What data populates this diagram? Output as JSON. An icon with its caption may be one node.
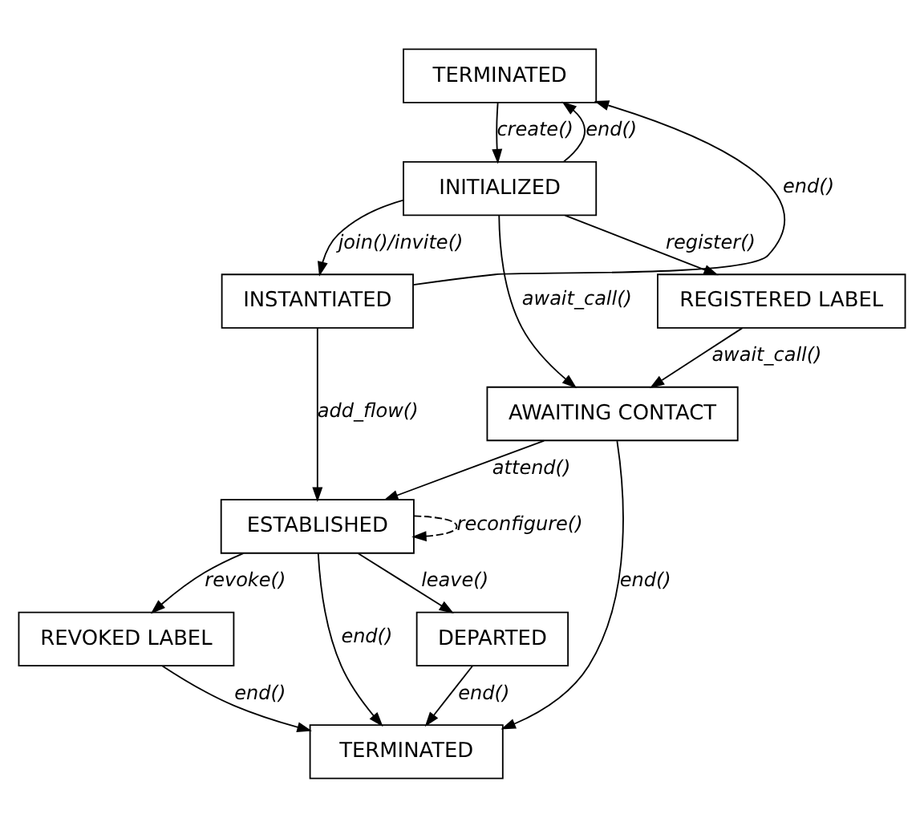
{
  "diagram": {
    "nodes": [
      {
        "text": [
          "TERMINATED"
        ]
      },
      {
        "text": [
          "INITIALIZED"
        ]
      },
      {
        "text": [
          "REGISTERED LABEL"
        ]
      },
      {
        "text": [
          "INSTANTIATED"
        ]
      },
      {
        "text": [
          "AWAITING CONTACT"
        ]
      },
      {
        "text": [
          "ESTABLISHED"
        ]
      },
      {
        "text": [
          "DEPARTED"
        ]
      },
      {
        "text": [
          "REVOKED LABEL"
        ]
      },
      {
        "text": [
          "TERMINATED"
        ]
      }
    ],
    "edges": [
      {
        "from": 0,
        "to": 1,
        "arrow": "to",
        "label": "create()"
      },
      {
        "from": 1,
        "to": 0,
        "arrow": "to",
        "label": "end()"
      },
      {
        "from": 1,
        "to": 2,
        "arrow": "to",
        "label": "register()"
      },
      {
        "from": 1,
        "to": 3,
        "arrow": "to",
        "label": "join()/invite()"
      },
      {
        "from": 3,
        "to": 0,
        "arrow": "to",
        "label": "end()"
      },
      {
        "from": 1,
        "to": 4,
        "arrow": "to",
        "label": "await_call()"
      },
      {
        "from": 2,
        "to": 4,
        "arrow": "to",
        "label": "await_call()"
      },
      {
        "from": 3,
        "to": 5,
        "arrow": "to",
        "label": "add_flow()"
      },
      {
        "from": 4,
        "to": 5,
        "arrow": "to",
        "label": "attend()"
      },
      {
        "from": 4,
        "to": 8,
        "arrow": "to",
        "label": "end()"
      },
      {
        "from": 5,
        "to": 6,
        "arrow": "to",
        "label": "leave()"
      },
      {
        "from": 5,
        "to": 5,
        "arrow": "to",
        "label": "reconfigure()",
        "style": "dashed"
      },
      {
        "from": 5,
        "to": 7,
        "arrow": "to",
        "label": "revoke()"
      },
      {
        "from": 5,
        "to": 8,
        "arrow": "to",
        "label": "end()"
      },
      {
        "from": 6,
        "to": 8,
        "arrow": "to",
        "label": "end()"
      },
      {
        "from": 7,
        "to": 8,
        "arrow": "to",
        "label": "end()"
      }
    ]
  }
}
